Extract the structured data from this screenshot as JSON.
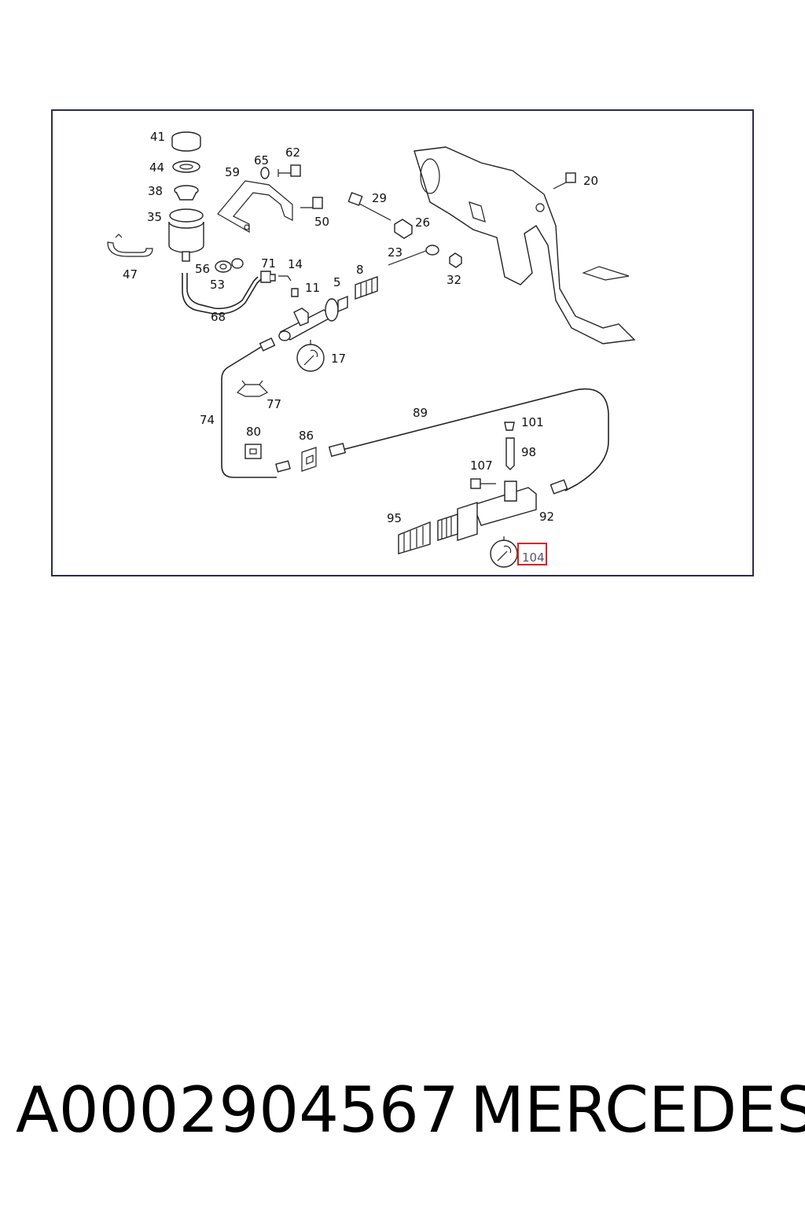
{
  "diagram": {
    "callouts": [
      "41",
      "44",
      "38",
      "35",
      "59",
      "65",
      "62",
      "50",
      "29",
      "26",
      "23",
      "20",
      "32",
      "47",
      "56",
      "53",
      "71",
      "14",
      "11",
      "5",
      "8",
      "68",
      "17",
      "74",
      "77",
      "80",
      "86",
      "89",
      "101",
      "98",
      "107",
      "92",
      "95",
      "104"
    ],
    "highlighted": "104",
    "highlight_color": "#e02020"
  },
  "footer": {
    "part_number": "A0002904567",
    "brand": "MERCEDES"
  }
}
